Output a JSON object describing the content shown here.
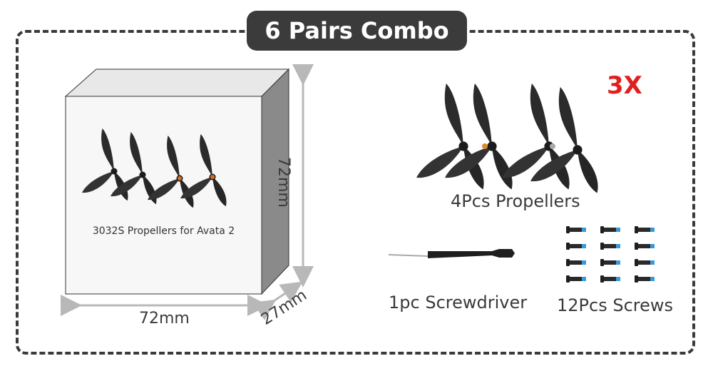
{
  "title": "6 Pairs Combo",
  "box": {
    "label": "3032S Propellers for Avata 2",
    "width": "72mm",
    "height": "72mm",
    "depth": "27mm"
  },
  "contents": {
    "quantity_badge": "3X",
    "propellers_label": "4Pcs Propellers",
    "screwdriver_label": "1pc Screwdriver",
    "screws_label": "12Pcs Screws"
  },
  "colors": {
    "frame": "#3a3a3a",
    "pill": "#3b3b3b",
    "quantity": "#e02020",
    "dimension_arrows": "#b8b8b8",
    "screw_tip": "#3a9ad9"
  }
}
